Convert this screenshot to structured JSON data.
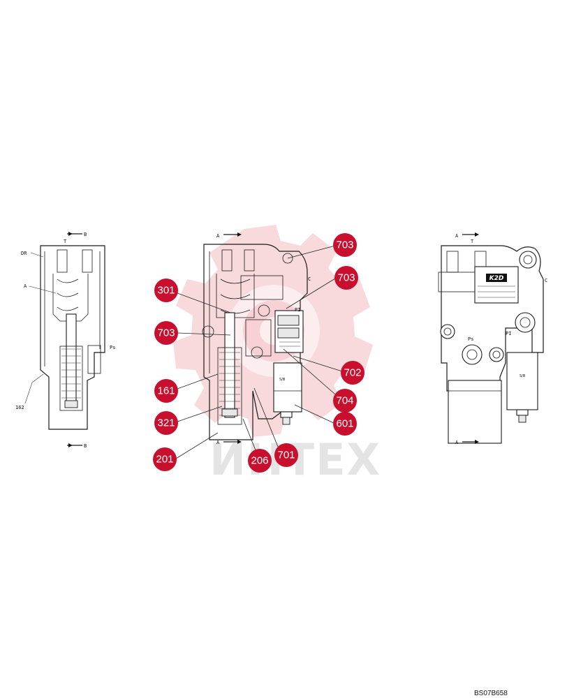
{
  "watermark": {
    "text": "ИНТЕХ",
    "color": "#f2b9bf"
  },
  "drawing_code": "BS07B658",
  "left_view": {
    "section_marks": [
      "B",
      "B"
    ],
    "labels": {
      "top_port": "T",
      "drain": "DR",
      "port_a": "A",
      "pilot_supply": "Ps",
      "part_162": "162"
    }
  },
  "center_view": {
    "section_marks": [
      "A",
      "A"
    ],
    "labels": {
      "port_c": "C",
      "port_pi": "PI"
    }
  },
  "right_view": {
    "section_marks": [
      "A",
      "A"
    ],
    "labels": {
      "top_port": "T",
      "port_c": "C",
      "port_ps": "Ps",
      "port_pi": "PI",
      "brand": "K2D"
    }
  },
  "callouts": [
    {
      "id": "c703a",
      "label": "703"
    },
    {
      "id": "c703b",
      "label": "703"
    },
    {
      "id": "c301",
      "label": "301"
    },
    {
      "id": "c703c",
      "label": "703"
    },
    {
      "id": "c702",
      "label": "702"
    },
    {
      "id": "c161",
      "label": "161"
    },
    {
      "id": "c704",
      "label": "704"
    },
    {
      "id": "c321",
      "label": "321"
    },
    {
      "id": "c601",
      "label": "601"
    },
    {
      "id": "c201",
      "label": "201"
    },
    {
      "id": "c206",
      "label": "206"
    },
    {
      "id": "c701",
      "label": "701"
    }
  ],
  "colors": {
    "callout": "#c8102e",
    "line": "#1a1a1a"
  }
}
